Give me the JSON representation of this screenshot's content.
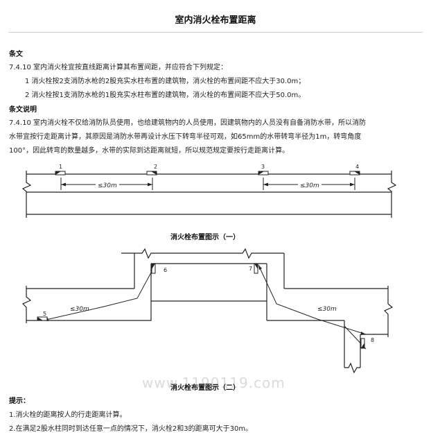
{
  "title": "室内消火栓布置距离",
  "clause_heading": "条文",
  "clause": {
    "main": "7.4.10 室内消火栓宜按直线距离计算其布置间距，并应符合下列规定：",
    "item1": "1 消火栓按2支消防水枪的2股充实水柱布置的建筑物，消火栓的布置间距不应大于30.0m；",
    "item2": "2 消火栓按1支消防水枪的1股充实水柱布置的建筑物，消火栓的布置间距不应大于50.0m。"
  },
  "explain_heading": "条文说明",
  "explain": {
    "line1": "7.4.10 室内消火栓不仅给消防队员使用，也给建筑物内的人员使用，因建筑物内的人员没有自备消防水带，所以消防",
    "line2": "水带宜按行走距离计算，其原因是消防水带再设计水压下转弯半径可观，如65mm的水带转弯半径为1m，转弯角度",
    "line3": "100°，因此转弯的数量越多，水带的实际到达距离就短，所以规范规定要按行走距离计算。"
  },
  "diagram1": {
    "caption": "消火栓布置图示（一）",
    "labels": [
      "1",
      "2",
      "3",
      "4"
    ],
    "distance": "≤30m"
  },
  "diagram2": {
    "caption": "消火栓布置图示（二）",
    "labels": [
      "5",
      "6",
      "7",
      "8"
    ],
    "distance": "≤30m"
  },
  "watermark": "www.1190119.com",
  "tips_heading": "提示：",
  "tips": [
    "1.消火栓的距离按人的行走距离计算。",
    "2.在满足2股水柱同时到达任意一点的情况下，消火栓2和3的距离可大于30m。"
  ]
}
